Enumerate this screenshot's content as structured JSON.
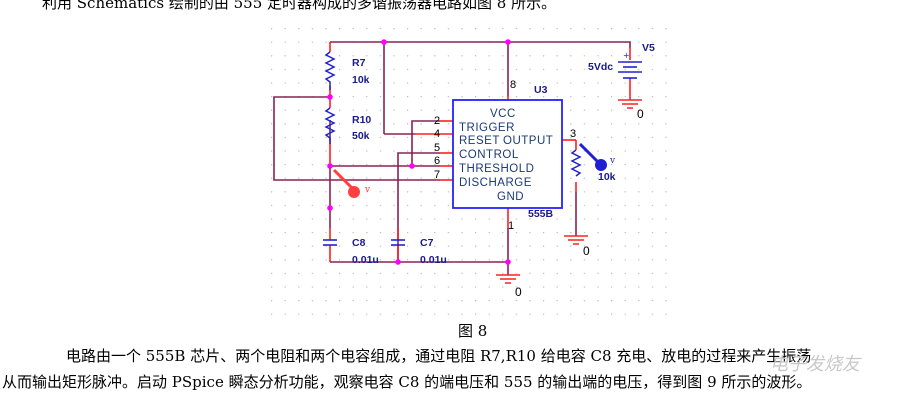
{
  "intro_text": "利用 Schematics 绘制的由 555 定时器构成的多谐振荡器电路如图 8 所示。",
  "figure_caption": "图 8",
  "body_lines": [
    "电路由一个 555B 芯片、两个电阻和两个电容组成，通过电阻 R7,R10 给电容 C8 充电、放电的过程来产生振荡",
    "从而输出矩形脉冲。启动 PSpice 瞬态分析功能，观察电容 C8 的端电压和 555 的输出端的电压，得到图 9 所示的波形。"
  ],
  "schematic": {
    "colors": {
      "wire": "#8b2252",
      "pin": "#ff2020",
      "part": "#2222cc",
      "junction": "#ff00ff",
      "probe_red": "#ff4040",
      "probe_blue": "#2020d0"
    },
    "components": {
      "r7": {
        "ref": "R7",
        "value": "10k"
      },
      "r10": {
        "ref": "R10",
        "value": "50k"
      },
      "c8": {
        "ref": "C8",
        "value": "0.01u"
      },
      "c7": {
        "ref": "C7",
        "value": "0.01u"
      },
      "rl": {
        "value": "10k"
      },
      "v5": {
        "ref": "V5",
        "value": "5Vdc"
      },
      "u3": {
        "ref": "U3",
        "model": "555B"
      }
    },
    "chip_pins": [
      {
        "num": "8",
        "name": "VCC"
      },
      {
        "num": "2",
        "name": "TRIGGER"
      },
      {
        "num": "4",
        "name": "RESET"
      },
      {
        "num": "3",
        "name": "OUTPUT"
      },
      {
        "num": "5",
        "name": "CONTROL"
      },
      {
        "num": "6",
        "name": "THRESHOLD"
      },
      {
        "num": "7",
        "name": "DISCHARGE"
      },
      {
        "num": "1",
        "name": "GND"
      }
    ],
    "ground_label": "0",
    "probe_label": "v"
  },
  "watermark": "电子发烧友"
}
